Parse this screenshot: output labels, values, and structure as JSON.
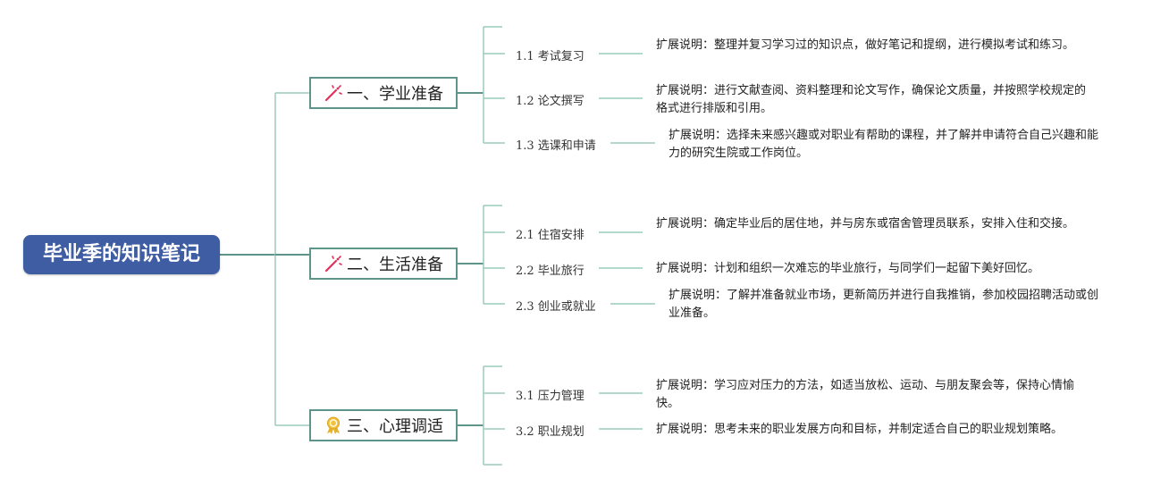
{
  "root": {
    "label": "毕业季的知识笔记"
  },
  "branches": [
    {
      "label": "一、学业准备",
      "icon": "wand-icon",
      "icon_color": "#e0315b",
      "items": [
        {
          "label": "1.1 考试复习",
          "note": "扩展说明：整理并复习学习过的知识点，做好笔记和提纲，进行模拟考试和练习。"
        },
        {
          "label": "1.2 论文撰写",
          "note": "扩展说明：进行文献查阅、资料整理和论文写作，确保论文质量，并按照学校规定的格式进行排版和引用。"
        },
        {
          "label": "1.3 选课和申请",
          "note": "扩展说明：选择未来感兴趣或对职业有帮助的课程，并了解并申请符合自己兴趣和能力的研究生院或工作岗位。"
        }
      ]
    },
    {
      "label": "二、生活准备",
      "icon": "wand-icon",
      "icon_color": "#e0315b",
      "items": [
        {
          "label": "2.1 住宿安排",
          "note": "扩展说明：确定毕业后的居住地，并与房东或宿舍管理员联系，安排入住和交接。"
        },
        {
          "label": "2.2 毕业旅行",
          "note": "扩展说明：计划和组织一次难忘的毕业旅行，与同学们一起留下美好回忆。"
        },
        {
          "label": "2.3 创业或就业",
          "note": "扩展说明：了解并准备就业市场，更新简历并进行自我推销，参加校园招聘活动或创业准备。"
        }
      ]
    },
    {
      "label": "三、心理调适",
      "icon": "award-ribbon-icon",
      "icon_color": "#e5b22a",
      "items": [
        {
          "label": "3.1 压力管理",
          "note": "扩展说明：学习应对压力的方法，如适当放松、运动、与朋友聚会等，保持心情愉快。"
        },
        {
          "label": "3.2 职业规划",
          "note": "扩展说明：思考未来的职业发展方向和目标，并制定适合自己的职业规划策略。"
        }
      ]
    }
  ],
  "colors": {
    "root_bg": "#3f5da3",
    "branch_border": "#5e948a",
    "root_line": "#5e948a",
    "branch_line": "#9ccabd",
    "leaf_line": "#9ccabd"
  }
}
